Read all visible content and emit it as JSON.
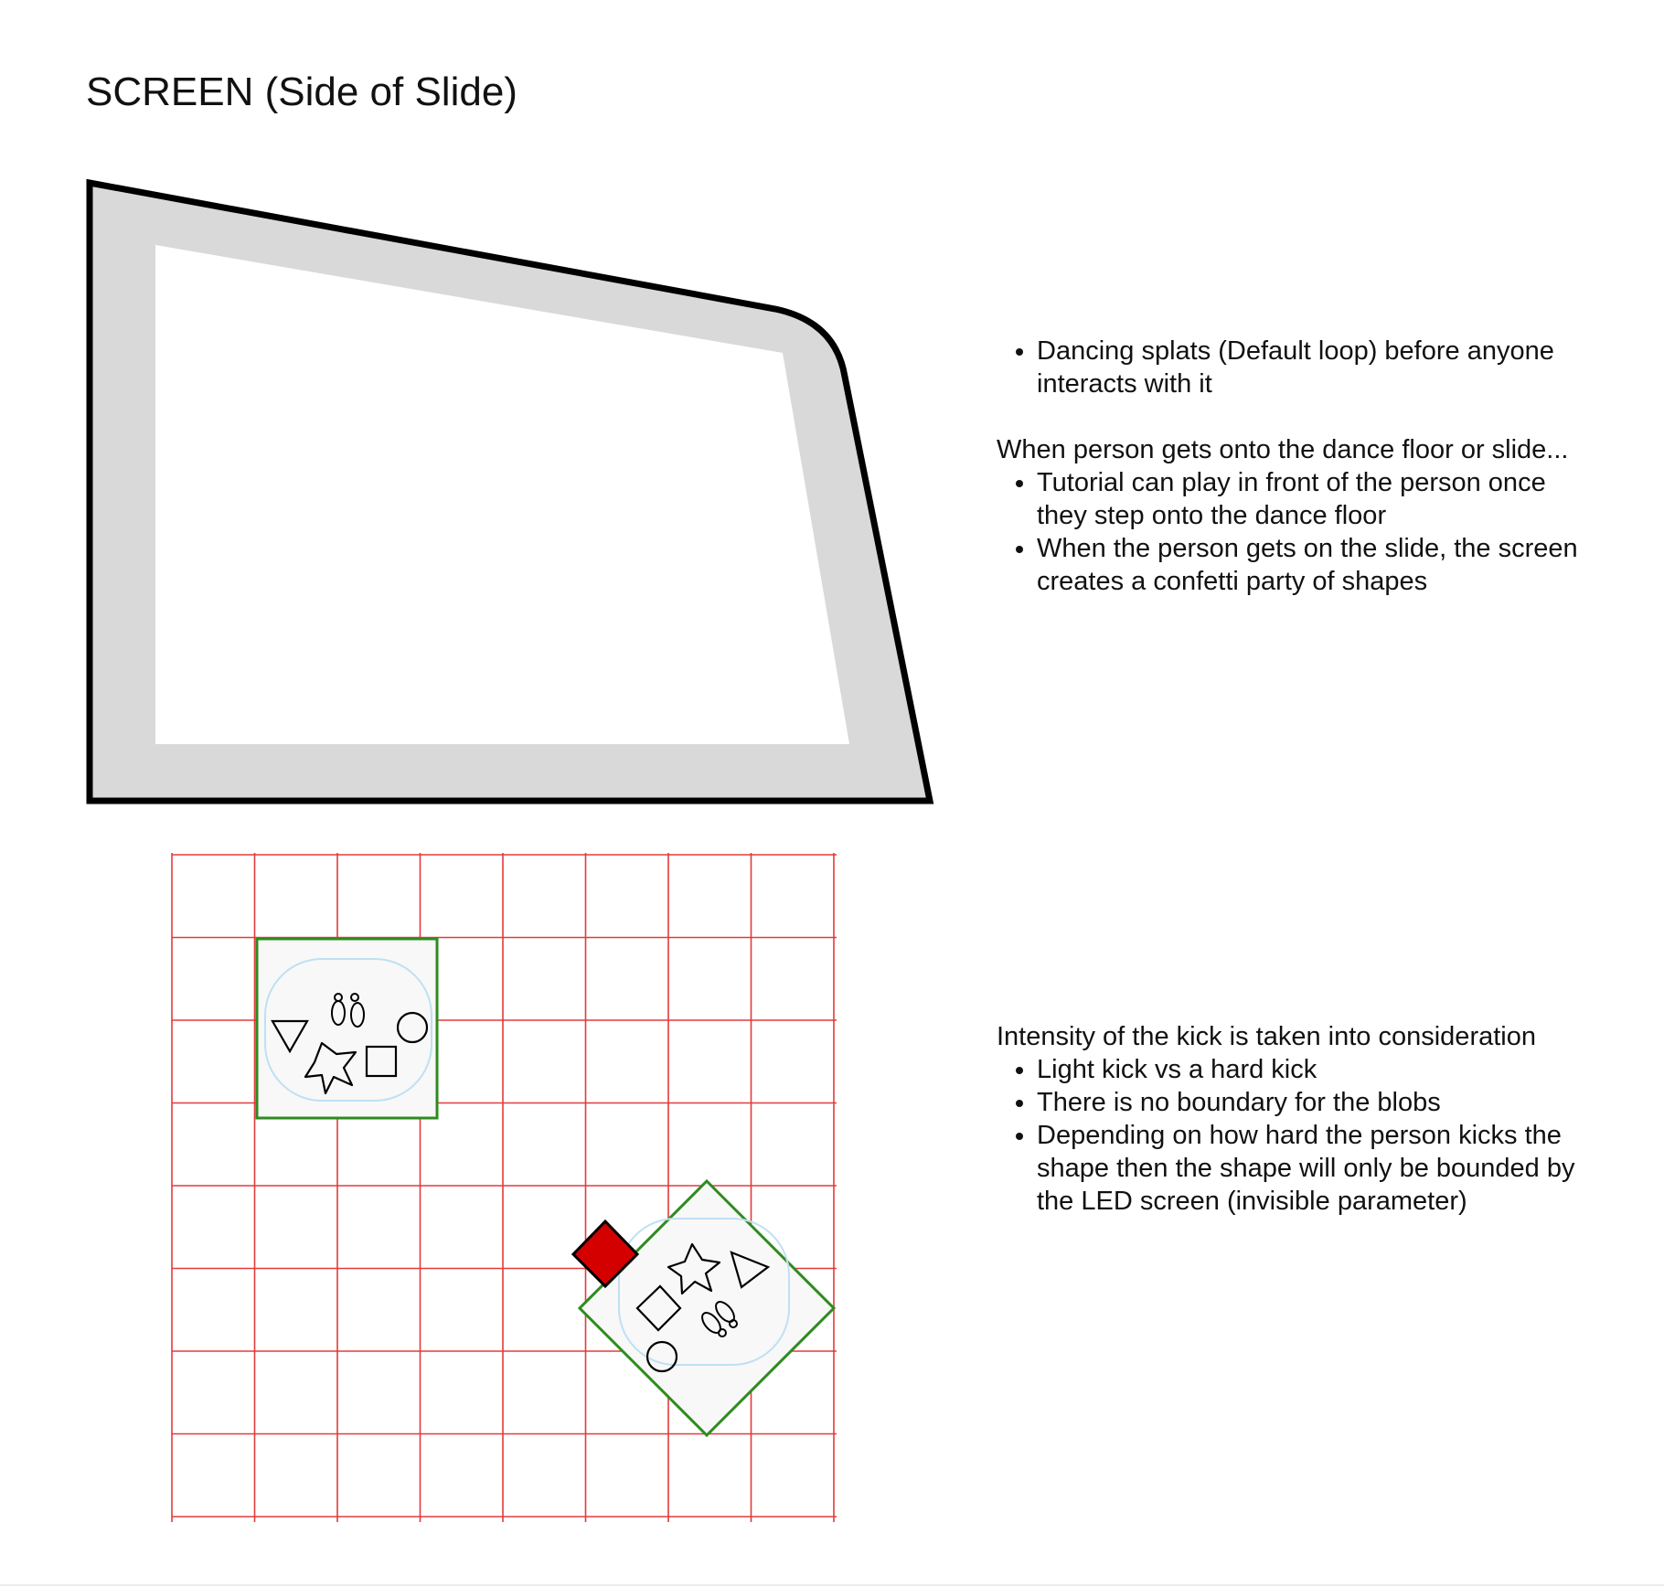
{
  "title": "SCREEN (Side of Slide)",
  "notes_top": {
    "bullets_a": [
      "Dancing splats (Default loop) before anyone interacts with it"
    ],
    "intro": "When person gets onto the dance floor or slide...",
    "bullets_b": [
      "Tutorial can play in front of the person once they step onto the dance floor",
      "When the person gets on the slide, the screen creates a confetti party of shapes"
    ]
  },
  "notes_bottom": {
    "intro": "Intensity of the kick is taken into consideration",
    "bullets": [
      "Light kick vs a hard kick",
      "There is no boundary for the blobs",
      "Depending on how hard the person kicks the shape then the shape will only be bounded by the LED screen (invisible parameter)"
    ]
  },
  "colors": {
    "grid": "#e23b3b",
    "bound_box": "#2e8b1e",
    "blob_outline": "#bfe0f3",
    "marker": "#d40000",
    "screen_frame": "#d9d9d9"
  },
  "icons": [
    "triangle-icon",
    "footprints-icon",
    "circle-icon",
    "star-icon",
    "square-icon"
  ]
}
